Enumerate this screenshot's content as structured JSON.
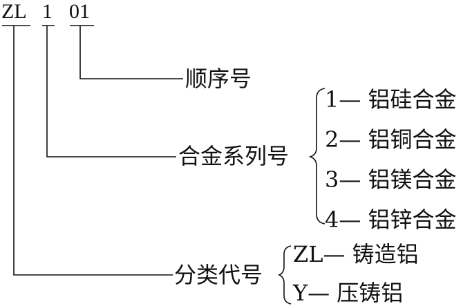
{
  "code": {
    "prefix": "ZL",
    "series_digit": "1",
    "serial_digits": "01"
  },
  "labels": {
    "serial_number": "顺序号",
    "alloy_series": "合金系列号",
    "classification": "分类代号"
  },
  "alloy_series_options": [
    "1— 铝硅合金",
    "2— 铝铜合金",
    "3— 铝镁合金",
    "4— 铝锌合金"
  ],
  "classification_options": [
    "ZL— 铸造铝",
    "Y— 压铸铝"
  ],
  "colors": {
    "ink": "#111111",
    "background": "#ffffff"
  }
}
